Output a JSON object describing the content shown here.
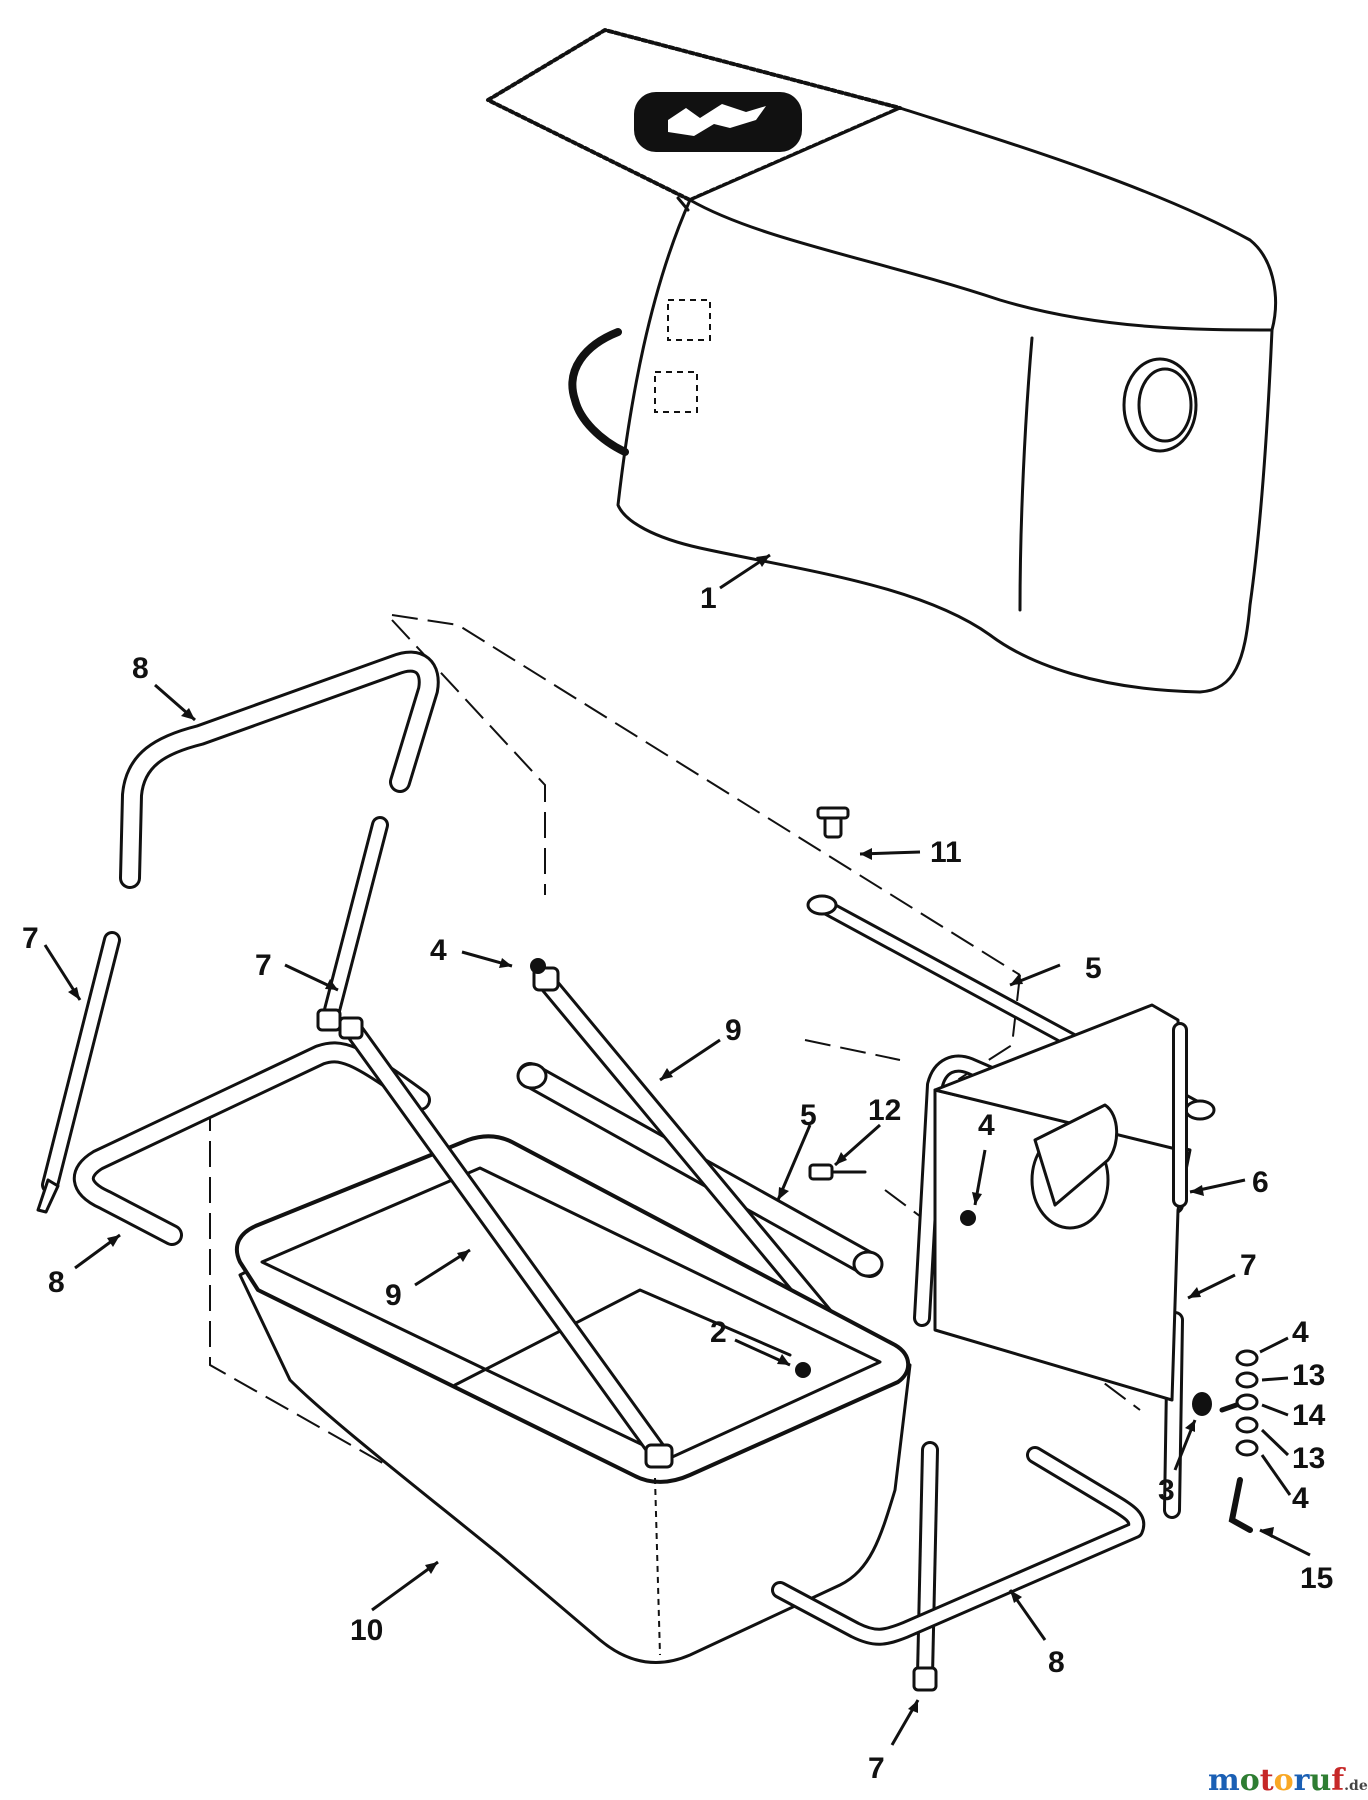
{
  "callouts": [
    {
      "id": "c1",
      "label": "1"
    },
    {
      "id": "c8a",
      "label": "8"
    },
    {
      "id": "c7a",
      "label": "7"
    },
    {
      "id": "c7b",
      "label": "7"
    },
    {
      "id": "c4a",
      "label": "4"
    },
    {
      "id": "c11",
      "label": "11"
    },
    {
      "id": "c5a",
      "label": "5"
    },
    {
      "id": "c9a",
      "label": "9"
    },
    {
      "id": "c5b",
      "label": "5"
    },
    {
      "id": "c12",
      "label": "12"
    },
    {
      "id": "c4b",
      "label": "4"
    },
    {
      "id": "c6",
      "label": "6"
    },
    {
      "id": "c8b",
      "label": "8"
    },
    {
      "id": "c9b",
      "label": "9"
    },
    {
      "id": "c2",
      "label": "2"
    },
    {
      "id": "c7c",
      "label": "7"
    },
    {
      "id": "c4c",
      "label": "4"
    },
    {
      "id": "c13a",
      "label": "13"
    },
    {
      "id": "c14",
      "label": "14"
    },
    {
      "id": "c13b",
      "label": "13"
    },
    {
      "id": "c4d",
      "label": "4"
    },
    {
      "id": "c3",
      "label": "3"
    },
    {
      "id": "c15",
      "label": "15"
    },
    {
      "id": "c10",
      "label": "10"
    },
    {
      "id": "c8c",
      "label": "8"
    },
    {
      "id": "c7d",
      "label": "7"
    }
  ],
  "watermark": {
    "letters": [
      "m",
      "o",
      "t",
      "o",
      "r",
      "u",
      "f"
    ],
    "colors": [
      "#1a5fb4",
      "#2e7d32",
      "#c62828",
      "#f9a825",
      "#1a5fb4",
      "#2e7d32",
      "#c62828"
    ],
    "suffix": ".de"
  }
}
